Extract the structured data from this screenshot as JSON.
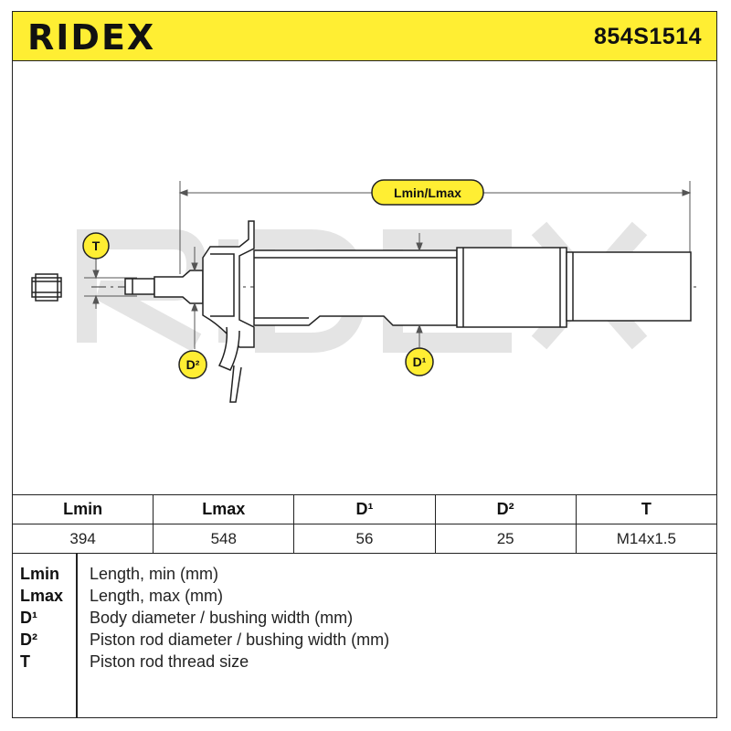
{
  "brand": "RIDEX",
  "part_number": "854S1514",
  "diagram": {
    "dimension_label": "Lmin/Lmax",
    "thread_label": "T",
    "rod_label": "D²",
    "body_label": "D¹"
  },
  "table": {
    "headers": [
      "Lmin",
      "Lmax",
      "D¹",
      "D²",
      "T"
    ],
    "values": [
      "394",
      "548",
      "56",
      "25",
      "M14x1.5"
    ]
  },
  "legend": [
    {
      "key": "Lmin",
      "desc": "Length, min (mm)"
    },
    {
      "key": "Lmax",
      "desc": "Length, max (mm)"
    },
    {
      "key": "D¹",
      "desc": "Body diameter / bushing width (mm)"
    },
    {
      "key": "D²",
      "desc": "Piston rod diameter / bushing width (mm)"
    },
    {
      "key": "T",
      "desc": "Piston rod thread size"
    }
  ],
  "colors": {
    "accent": "#ffee33",
    "line": "#222222",
    "watermark": "#e6e6e6"
  }
}
